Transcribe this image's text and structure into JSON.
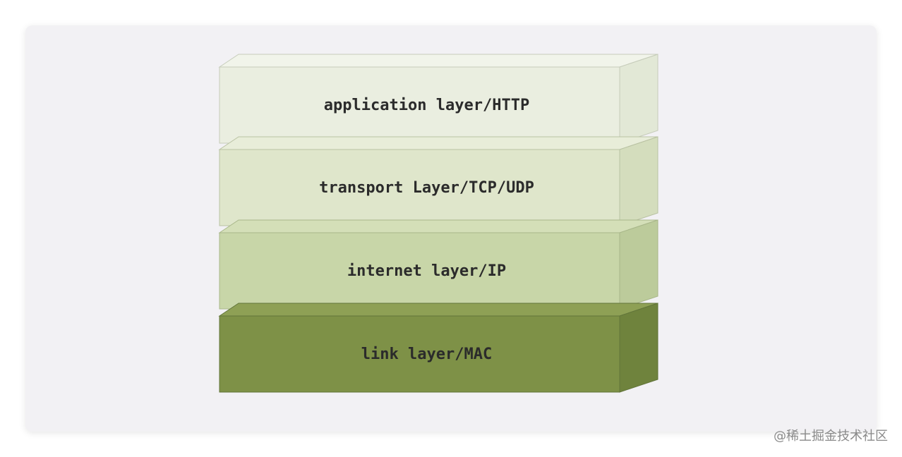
{
  "diagram": {
    "layers": [
      {
        "label": "application layer/HTTP",
        "front_color": "#eaeee0",
        "top_color": "#f1f4ea",
        "side_color": "#e2e8d6",
        "edge_color": "#c6ccba"
      },
      {
        "label": "transport Layer/TCP/UDP",
        "front_color": "#dfe6cb",
        "top_color": "#e8edd9",
        "side_color": "#d4ddbd",
        "edge_color": "#b9c2a3"
      },
      {
        "label": "internet layer/IP",
        "front_color": "#c8d6a8",
        "top_color": "#d4dfb8",
        "side_color": "#bccb9b",
        "edge_color": "#a9b78a"
      },
      {
        "label": "link layer/MAC",
        "front_color": "#7e9147",
        "top_color": "#8ea055",
        "side_color": "#6f833d",
        "edge_color": "#62753a"
      }
    ]
  },
  "watermark": "@稀土掘金技术社区"
}
